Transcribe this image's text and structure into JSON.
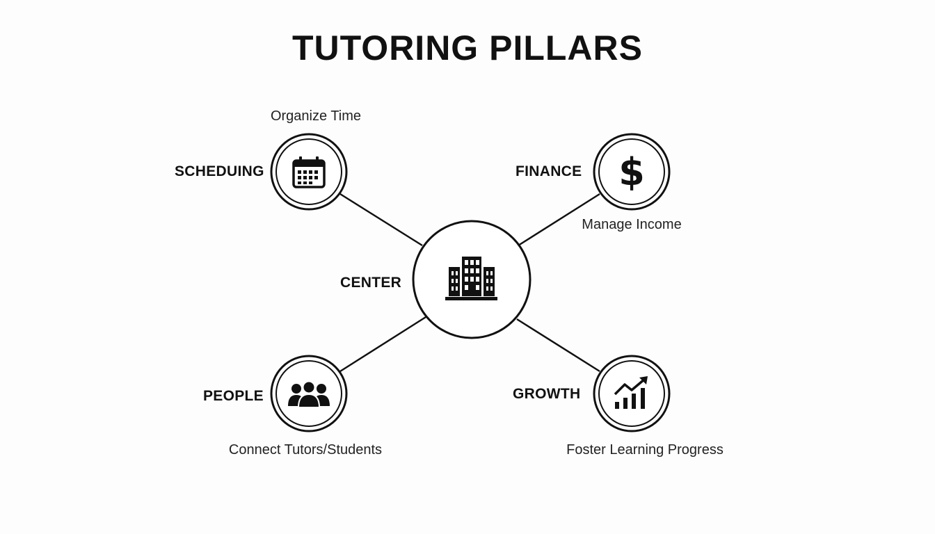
{
  "title": "TUTORING PILLARS",
  "center": {
    "label": "CENTER",
    "icon": "building-icon"
  },
  "nodes": [
    {
      "id": "scheduling",
      "label": "SCHEDUING",
      "caption": "Organize Time",
      "icon": "calendar-icon"
    },
    {
      "id": "finance",
      "label": "FINANCE",
      "caption": "Manage Income",
      "icon": "dollar-icon"
    },
    {
      "id": "people",
      "label": "PEOPLE",
      "caption": "Connect Tutors/Students",
      "icon": "people-icon"
    },
    {
      "id": "growth",
      "label": "GROWTH",
      "caption": "Foster Learning Progress",
      "icon": "growth-chart-icon"
    }
  ],
  "colors": {
    "stroke": "#111111",
    "background": "#fdfdfd"
  }
}
